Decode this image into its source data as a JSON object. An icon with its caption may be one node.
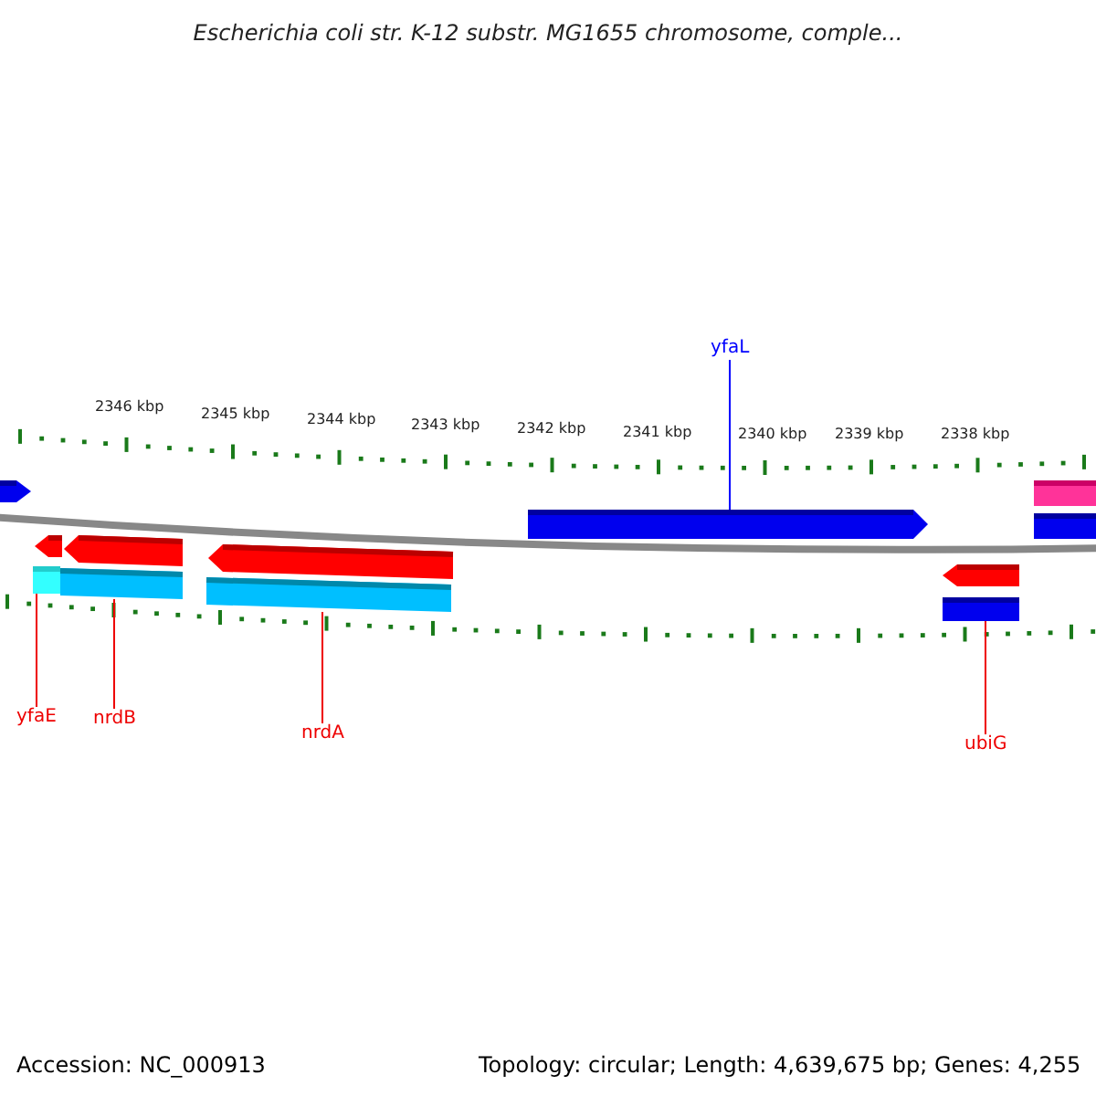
{
  "diagram": {
    "title": "Escherichia coli str. K-12 substr. MG1655 chromosome, comple...",
    "nodes": [
      {
        "text": [
          "yfaL"
        ]
      },
      {
        "text": [],
        "shape": "arrow"
      },
      {
        "text": [
          "yfaE"
        ]
      },
      {
        "text": [],
        "shape": "bar"
      },
      {
        "text": [
          "nrdB"
        ]
      },
      {
        "text": [],
        "shape": "bar"
      },
      {
        "text": [
          "nrdA"
        ]
      },
      {
        "text": [],
        "shape": "bar"
      },
      {
        "text": [
          "ubiG"
        ]
      },
      {
        "text": [],
        "shape": "bar"
      },
      {
        "text": [],
        "shape": "arrow"
      },
      {
        "text": [],
        "shape": "arrow"
      },
      {
        "text": [],
        "shape": "arrow"
      },
      {
        "text": [],
        "shape": "arrow"
      },
      {
        "text": [],
        "shape": "arrow"
      },
      {
        "text": [],
        "shape": "bar"
      },
      {
        "text": [],
        "shape": "bar"
      }
    ],
    "edges": [
      {
        "from": 0,
        "to": 1,
        "arrow": "none",
        "color": "#0000ff"
      },
      {
        "from": 2,
        "to": 3,
        "arrow": "none"
      },
      {
        "from": 4,
        "to": 5,
        "arrow": "none"
      },
      {
        "from": 6,
        "to": 7,
        "arrow": "none"
      },
      {
        "from": 8,
        "to": 9,
        "arrow": "none"
      }
    ],
    "labels": [
      "2346 kbp",
      "2345 kbp",
      "2344 kbp",
      "2343 kbp",
      "2342 kbp",
      "2341 kbp",
      "2340 kbp",
      "2339 kbp",
      "2338 kbp",
      "Accession: NC_000913",
      "Topology: circular; Length: 4,639,675 bp; Genes: 4,255"
    ]
  }
}
